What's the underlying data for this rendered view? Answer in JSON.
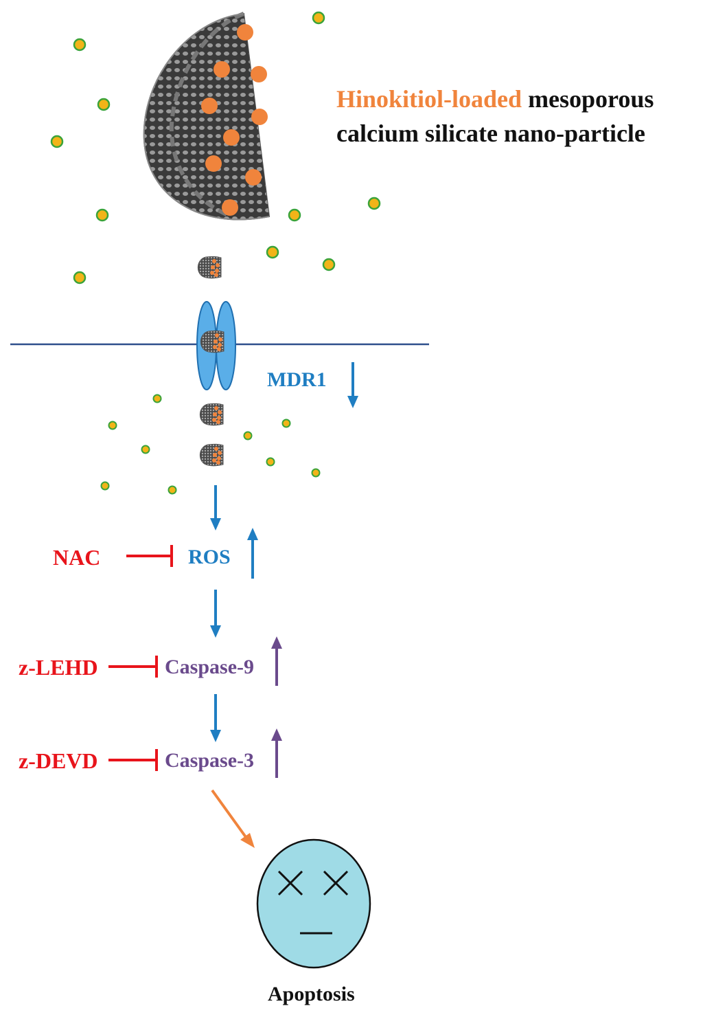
{
  "title": {
    "highlight": "Hinokitiol-loaded",
    "line1_rest": " mesoporous",
    "line2": "calcium silicate nano-particle"
  },
  "labels": {
    "mdr1": "MDR1",
    "ros": "ROS",
    "nac": "NAC",
    "caspase9": "Caspase-9",
    "caspase3": "Caspase-3",
    "z_lehd": "z-LEHD",
    "z_devd": "z-DEVD",
    "apoptosis": "Apoptosis"
  },
  "colors": {
    "orange": "#f0843c",
    "blue": "#1f7ec2",
    "red": "#e8141b",
    "purple": "#6a4a8c",
    "membrane": "#2e4f8c",
    "face": "#9fdbe6",
    "dot_fill": "#f2b418",
    "dot_stroke": "#3aa33a"
  },
  "icons": {
    "nanoparticle": "mesoporous-sphere-icon",
    "transporter": "mdr1-channel-icon",
    "cell_face": "dead-face-icon"
  }
}
